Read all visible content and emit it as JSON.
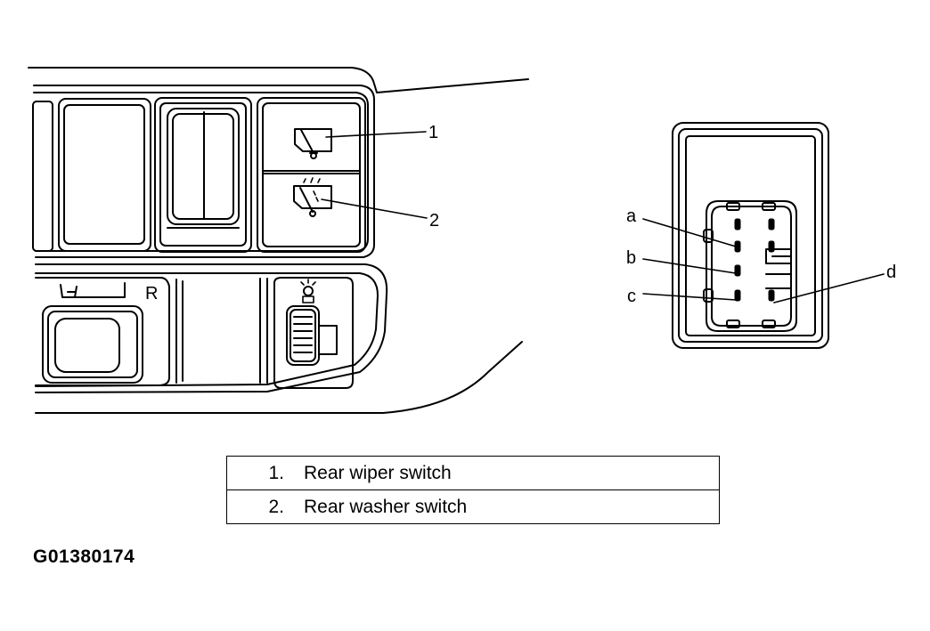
{
  "figure_id": "G01380174",
  "panel": {
    "console_letter": "R"
  },
  "callouts": {
    "c1": "1",
    "c2": "2",
    "a": "a",
    "b": "b",
    "c": "c",
    "d": "d"
  },
  "legend": [
    {
      "num": "1.",
      "text": "Rear wiper switch"
    },
    {
      "num": "2.",
      "text": "Rear washer switch"
    }
  ],
  "icons": {
    "wiper": "rear-wiper-icon",
    "washer": "rear-washer-icon",
    "dimmer": "illumination-dimmer-icon"
  }
}
